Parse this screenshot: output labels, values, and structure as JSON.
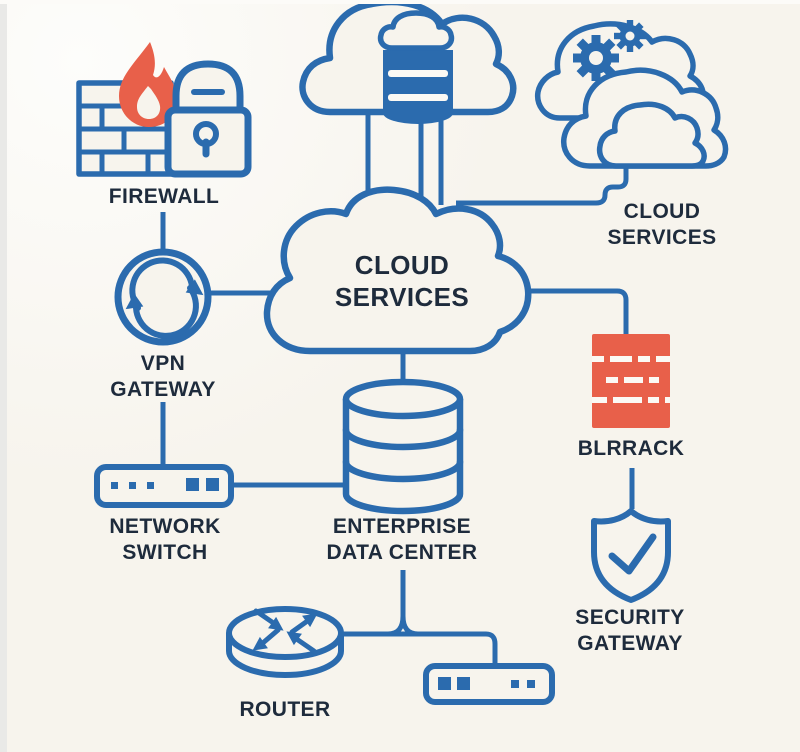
{
  "palette": {
    "line_blue": "#2b6bae",
    "accent_red": "#e8604a",
    "text_navy": "#1e2b3c",
    "background": "#f7f4ed"
  },
  "diagram": {
    "title": "",
    "nodes": {
      "firewall": {
        "label": "FIREWALL",
        "icon": "firewall-icon"
      },
      "vpn_gateway": {
        "label": "VPN\nGATEWAY",
        "icon": "sync-arrows-icon"
      },
      "network_switch": {
        "label": "NETWORK\nSWITCH",
        "icon": "switch-icon"
      },
      "cloud_services_main": {
        "label": "CLOUD\nSERVICES",
        "icon": "cloud-icon"
      },
      "cloud_database": {
        "label": "",
        "icon": "cloud-database-icon"
      },
      "cloud_services_right": {
        "label": "CLOUD\nSERVICES",
        "icon": "clouds-gears-icon"
      },
      "blrrack": {
        "label": "BLRRACK",
        "icon": "server-rack-icon"
      },
      "security_gateway": {
        "label": "SECURITY\nGATEWAY",
        "icon": "shield-check-icon"
      },
      "enterprise_data_center": {
        "label": "ENTERPRISE\nDATA CENTER",
        "icon": "database-icon"
      },
      "router": {
        "label": "ROUTER",
        "icon": "router-icon"
      },
      "edge_switch": {
        "label": "",
        "icon": "switch-icon"
      }
    },
    "edges": [
      {
        "from": "firewall",
        "to": "vpn_gateway"
      },
      {
        "from": "vpn_gateway",
        "to": "cloud_services_main"
      },
      {
        "from": "vpn_gateway",
        "to": "network_switch"
      },
      {
        "from": "network_switch",
        "to": "enterprise_data_center"
      },
      {
        "from": "cloud_database",
        "to": "cloud_services_main"
      },
      {
        "from": "cloud_services_main",
        "to": "cloud_services_right"
      },
      {
        "from": "cloud_services_main",
        "to": "blrrack"
      },
      {
        "from": "blrrack",
        "to": "security_gateway"
      },
      {
        "from": "cloud_services_main",
        "to": "enterprise_data_center"
      },
      {
        "from": "enterprise_data_center",
        "to": "router"
      },
      {
        "from": "enterprise_data_center",
        "to": "edge_switch"
      },
      {
        "from": "router",
        "to": "edge_switch"
      }
    ]
  }
}
